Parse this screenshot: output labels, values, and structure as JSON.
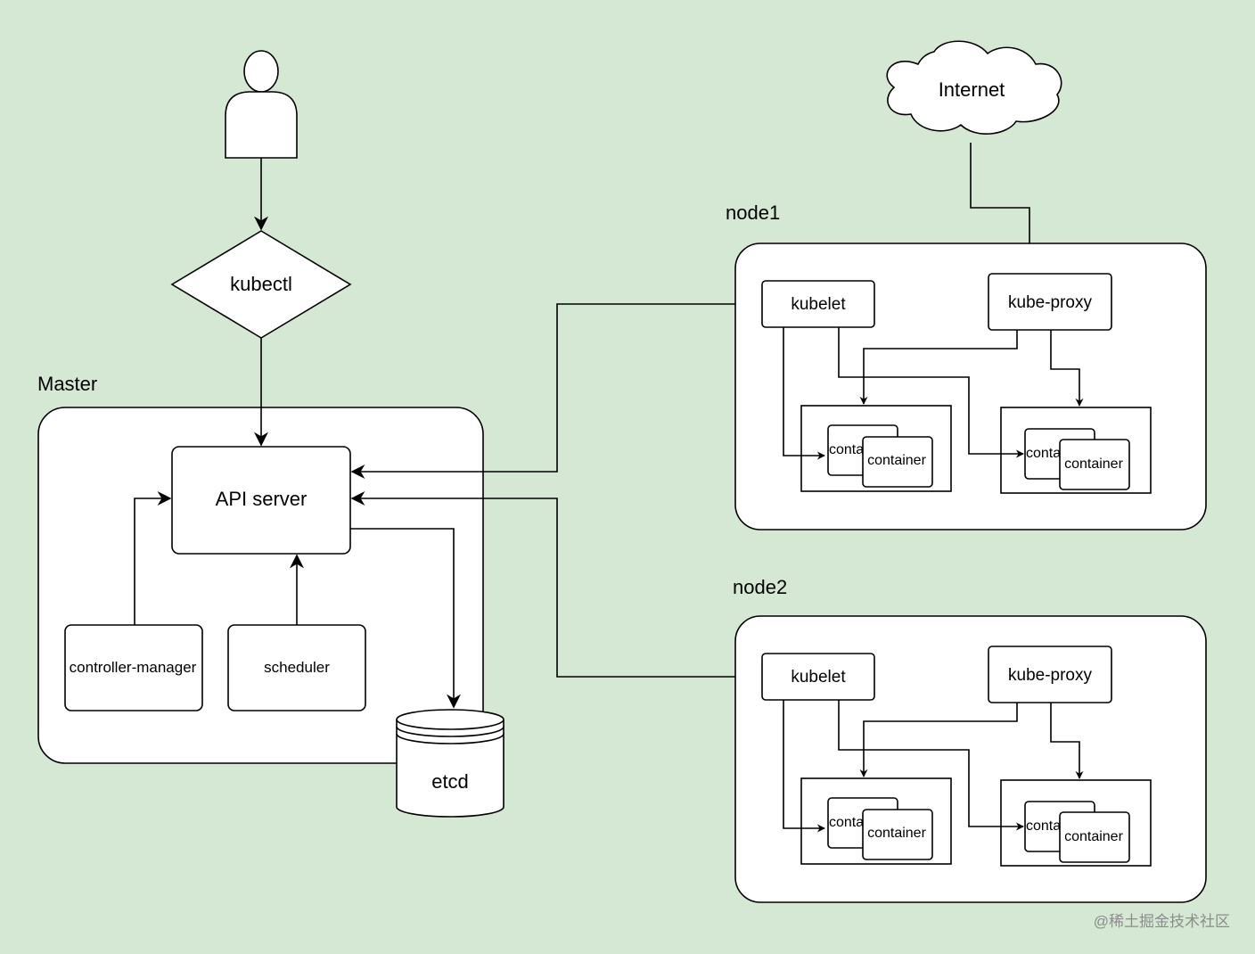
{
  "actors": {
    "user": {
      "icon": "user-icon"
    }
  },
  "labels": {
    "kubectl": "kubectl",
    "master": "Master",
    "api_server": "API server",
    "controller_manager": "controller-manager",
    "scheduler": "scheduler",
    "etcd": "etcd",
    "internet": "Internet"
  },
  "nodes": [
    {
      "title": "node1",
      "kubelet": "kubelet",
      "kube_proxy": "kube-proxy",
      "pods": [
        {
          "back_label": "conta",
          "front_label": "container"
        },
        {
          "back_label": "conta",
          "front_label": "container"
        }
      ]
    },
    {
      "title": "node2",
      "kubelet": "kubelet",
      "kube_proxy": "kube-proxy",
      "pods": [
        {
          "back_label": "conta",
          "front_label": "container"
        },
        {
          "back_label": "conta",
          "front_label": "container"
        }
      ]
    }
  ],
  "watermark": "@稀土掘金技术社区",
  "colors": {
    "background": "#d5e8d4",
    "shape_fill": "#ffffff",
    "stroke": "#000000",
    "watermark": "#8c8c8c"
  }
}
